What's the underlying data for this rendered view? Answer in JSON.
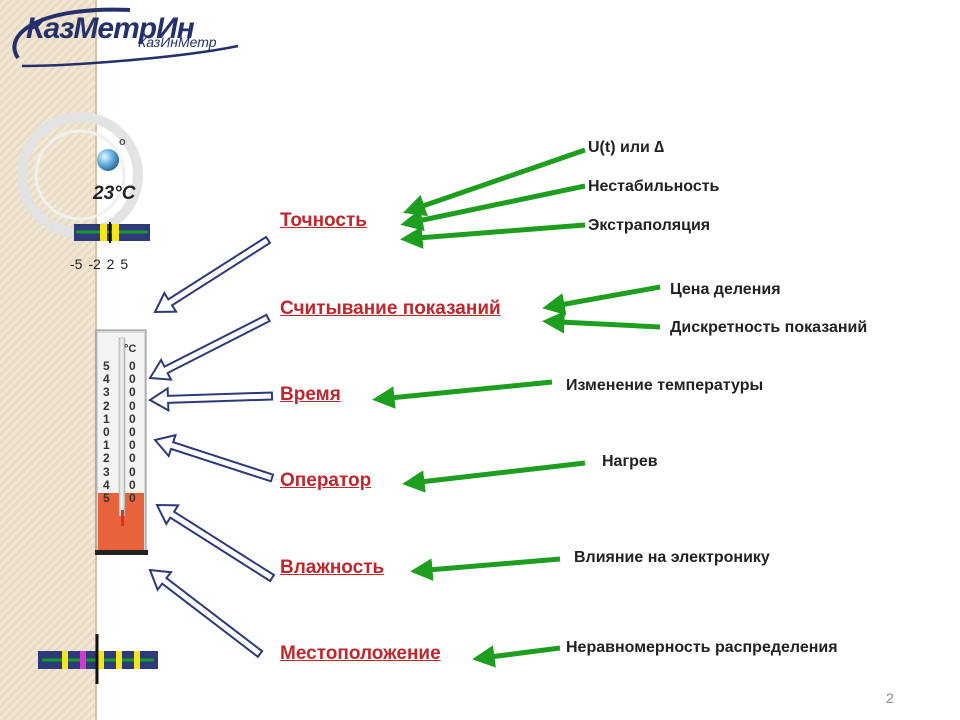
{
  "logo": {
    "main": "КазМетрИн",
    "sub": "КазИнМетр"
  },
  "indicator": {
    "temperature": "23°C",
    "degree_mark": "o",
    "scale_numbers": "-5 -2   2  5"
  },
  "thermometer": {
    "unit": "°C",
    "left_scale": [
      "5",
      "4",
      "3",
      "2",
      "1",
      "0",
      "1",
      "2",
      "3",
      "4",
      "5"
    ],
    "right_scale": [
      "0",
      "0",
      "0",
      "0",
      "0",
      "0",
      "0",
      "0",
      "0",
      "0",
      "0"
    ]
  },
  "factors": [
    {
      "label": "Точность"
    },
    {
      "label": "Считывание показаний"
    },
    {
      "label": "Время"
    },
    {
      "label": "Оператор"
    },
    {
      "label": "Влажность"
    },
    {
      "label": "Местоположение"
    }
  ],
  "notes": [
    {
      "label": "U(t) или ∆"
    },
    {
      "label": "Нестабильность"
    },
    {
      "label": "Экстраполяция"
    },
    {
      "label": "Цена деления"
    },
    {
      "label": "Дискретность показаний"
    },
    {
      "label": "Изменение температуры"
    },
    {
      "label": "Нагрев"
    },
    {
      "label": "Влияние на электронику"
    },
    {
      "label": "Неравномерность распределения"
    }
  ],
  "colors": {
    "accent": "#c0272d",
    "arrow_green": "#1e9e1e",
    "arrow_blue": "#2c3a7a",
    "logo": "#24306b"
  },
  "slide_number": "2"
}
